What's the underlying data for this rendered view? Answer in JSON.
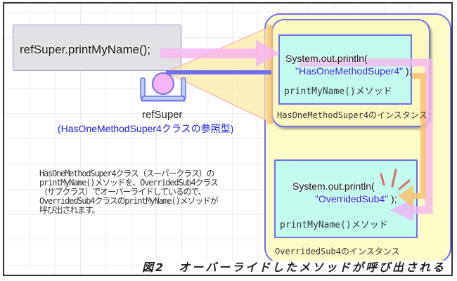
{
  "diagram": {
    "call_statement": "refSuper.printMyName();",
    "reference": {
      "name": "refSuper",
      "type_label": "(HasOneMethodSuper4クラスの参照型)"
    },
    "super_instance": {
      "label": "HasOneMethodSuper4のインスタンス",
      "method_label": "printMyName()メソッド",
      "code_line1": "System.out.println(",
      "code_string": "\"HasOneMethodSuper4\"",
      "code_end": " );"
    },
    "sub_instance": {
      "label": "OverridedSub4のインスタンス",
      "method_label": "printMyName()メソッド",
      "code_line1": "System.out.println(",
      "code_string": "\"OverridedSub4\"",
      "code_end": " );"
    },
    "description_lines": [
      "HasOneMethodSuper4クラス（スーパークラス）の",
      "printMyName()メソッドを、OverridedSub4クラス",
      "（サブクラス）でオーバーライドしているので、",
      "OverridedSub4クラスのprintMyName()メソッドが",
      "呼び出されます。"
    ],
    "caption": "図2　オーバーライドしたメソッドが呼び出される"
  },
  "colors": {
    "instance_border": "#6e6ef0",
    "instance_fill": "#fdfbc6",
    "method_fill": "#c2fbee",
    "call_arrow": "#f6b6f0",
    "override_arrow": "#f8c070",
    "string_text": "#2020e0",
    "highlight_burst": "#e05050"
  }
}
